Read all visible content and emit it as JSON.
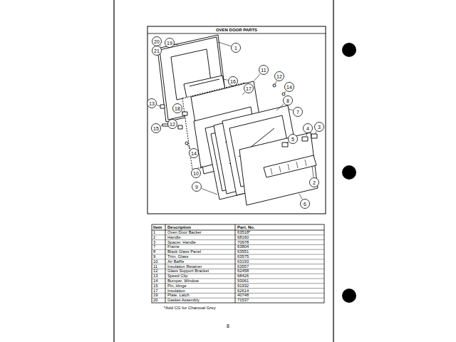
{
  "diagram": {
    "title": "OVEN DOOR PARTS",
    "labels": [
      "20",
      "21",
      "19",
      "1",
      "16",
      "17",
      "11",
      "12",
      "14",
      "13",
      "18",
      "15",
      "12",
      "14",
      "10",
      "9",
      "8",
      "7",
      "4",
      "5",
      "3",
      "2",
      "6",
      "Item",
      "Description",
      "Part. No.",
      "1",
      "Oven Door Backer",
      "63518*",
      "2",
      "Handle",
      "68160",
      "3",
      "Spacer, Handle",
      "70978",
      "7",
      "Frame",
      "63804",
      "8",
      "Black Glass Panel",
      "63551",
      "9",
      "Trim, Glass",
      "63575",
      "10",
      "Air Baffle",
      "63193",
      "11",
      "Insulation Retainer",
      "63557",
      "12",
      "Glass Support Bracket",
      "62458",
      "13",
      "Speed Clip",
      "68426",
      "14",
      "Bumper, Window",
      "93061",
      "15",
      "Pin, Hinge",
      "91932",
      "17",
      "Insulation",
      "62614",
      "19",
      "Plate, Latch",
      "40748",
      "20",
      "Gasket Assembly",
      "71537",
      "*Add CG for Charcoal Grey",
      "8"
    ]
  }
}
